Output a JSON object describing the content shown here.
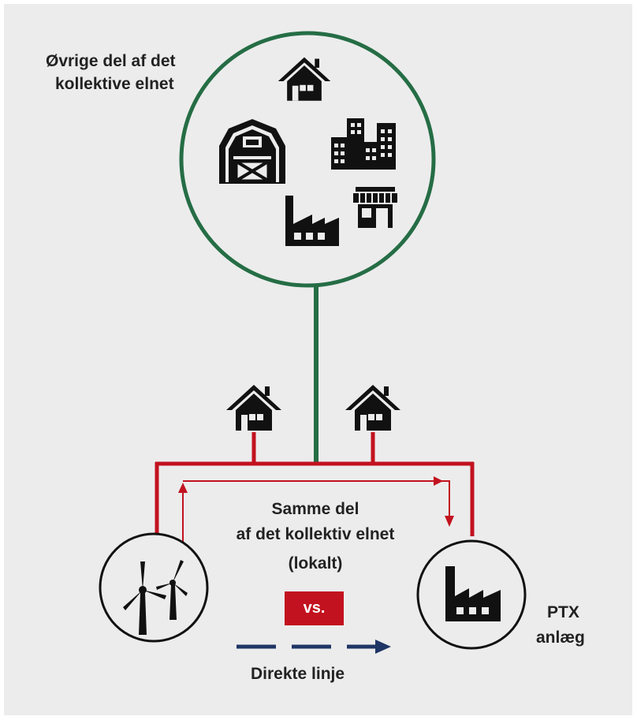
{
  "texts": {
    "grid_label_line1": "Øvrige del af det",
    "grid_label_line2": "kollektive elnet",
    "local_label_line1": "Samme del",
    "local_label_line2": "af det kollektiv elnet",
    "local_label_line3": "(lokalt)",
    "versus": "vs.",
    "ptx_line1": "PTX",
    "ptx_line2": "anlæg",
    "direct_line": "Direkte linje"
  },
  "icons": [
    "house-icon",
    "barn-icon",
    "city-buildings-icon",
    "factory-icon",
    "shop-icon",
    "wind-turbine-icon"
  ],
  "colors": {
    "background": "#ececec",
    "collective_grid": "#256d45",
    "local_grid": "#c2121f",
    "direct_line": "#1f3566",
    "icon": "#111111",
    "text": "#222222"
  }
}
